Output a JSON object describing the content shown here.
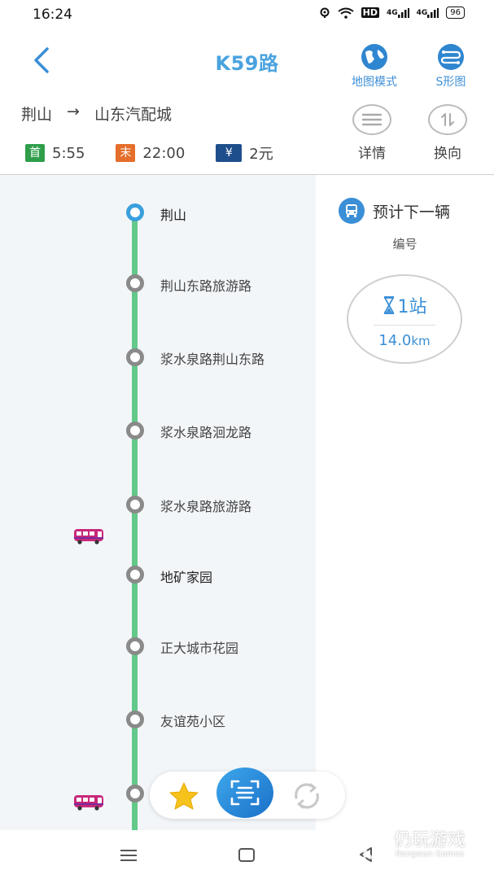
{
  "status": {
    "time": "16:24",
    "hd": "HD",
    "net1": "4G",
    "net2": "4G",
    "battery": "96"
  },
  "header": {
    "title": "K59路",
    "map_mode_label": "地图模式",
    "s_chart_label": "S形图",
    "from": "荆山",
    "arrow": "→",
    "to": "山东汽配城",
    "first_tag": "首",
    "first_time": "5:55",
    "last_tag": "末",
    "last_time": "22:00",
    "fare_tag": "¥",
    "fare": "2元",
    "details_label": "详情",
    "reverse_label": "换向"
  },
  "stations": [
    {
      "name": "荆山"
    },
    {
      "name": "荆山东路旅游路"
    },
    {
      "name": "浆水泉路荆山东路"
    },
    {
      "name": "浆水泉路洄龙路"
    },
    {
      "name": "浆水泉路旅游路"
    },
    {
      "name": "地矿家园"
    },
    {
      "name": "正大城市花园"
    },
    {
      "name": "友谊苑小区"
    },
    {
      "name": ""
    }
  ],
  "next_bus": {
    "label": "预计下一辆",
    "number_label": "编号",
    "stops": "1站",
    "distance_value": "14.0",
    "distance_unit": "km"
  },
  "watermark": {
    "text": "仍玩游戏",
    "sub": "Rengwan Games"
  },
  "colors": {
    "accent": "#3a8fd6",
    "line": "#63c98a",
    "title": "#4aa3df"
  }
}
